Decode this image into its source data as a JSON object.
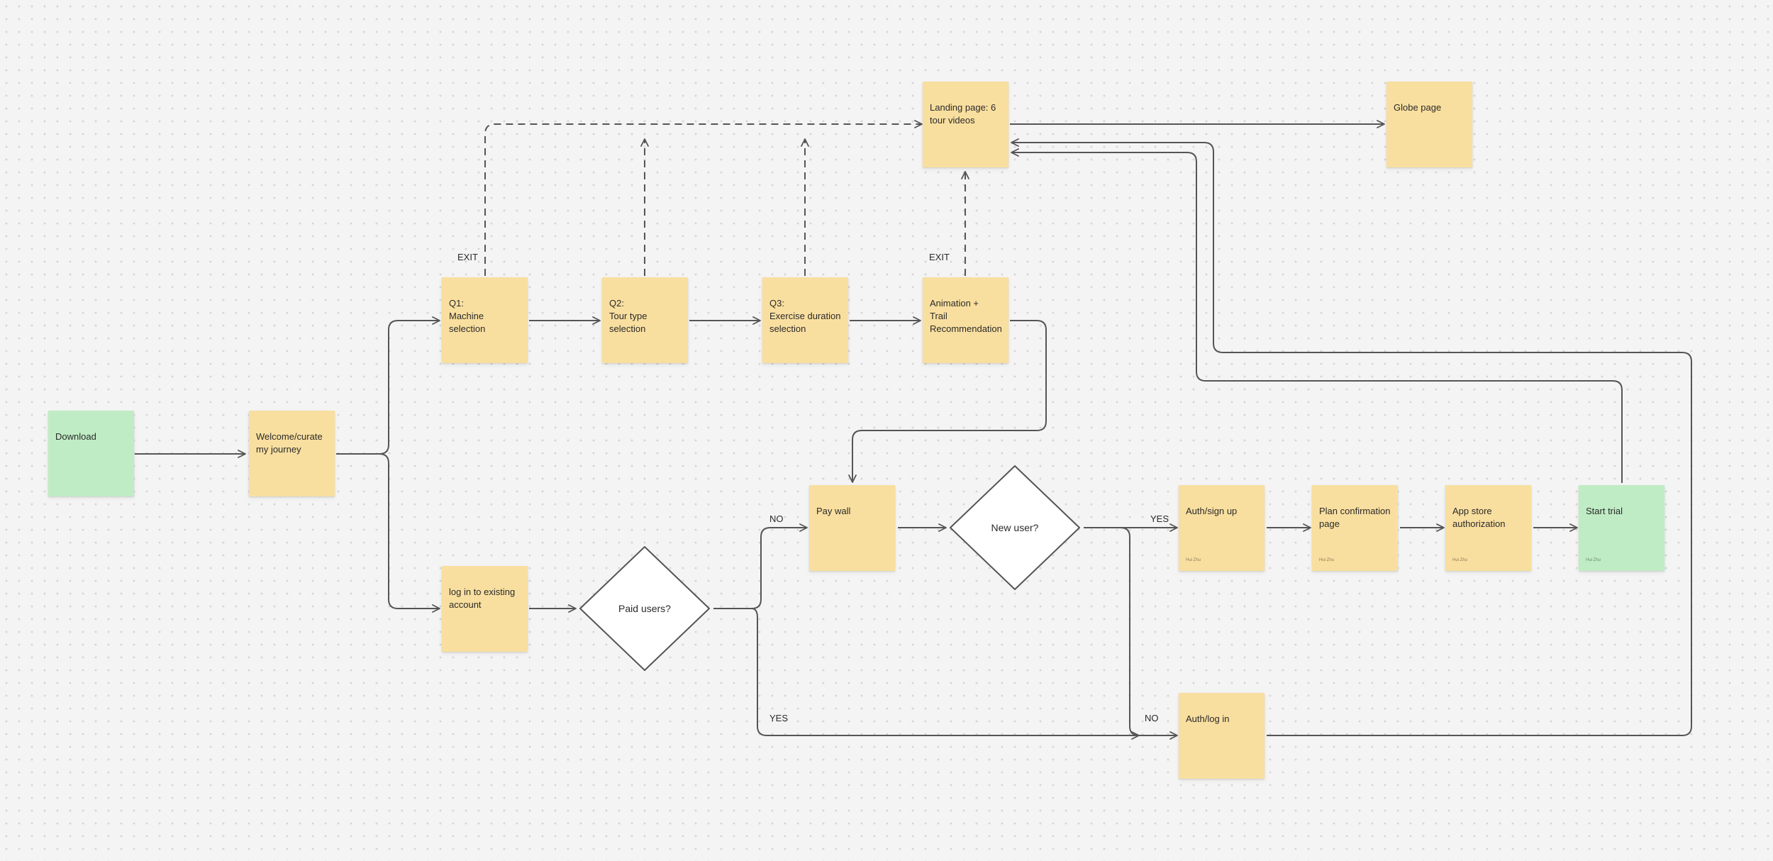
{
  "stickies": {
    "download": {
      "label": "Download"
    },
    "welcome": {
      "label": "Welcome/curate my journey"
    },
    "q1": {
      "label": "Q1:\nMachine\nselection"
    },
    "q2": {
      "label": "Q2:\nTour type\nselection"
    },
    "q3": {
      "label": "Q3:\nExercise duration\nselection"
    },
    "animation": {
      "label": "Animation +\nTrail\nRecommendation"
    },
    "landing": {
      "label": "Landing page: 6 tour videos"
    },
    "globe": {
      "label": "Globe page"
    },
    "login_existing": {
      "label": "log in to existing account"
    },
    "paywall": {
      "label": "Pay wall"
    },
    "auth_signup": {
      "label": "Auth/sign up",
      "author": "Hui Zhu"
    },
    "plan_confirm": {
      "label": "Plan confirmation page",
      "author": "Hui Zhu"
    },
    "app_store": {
      "label": "App store authorization",
      "author": "Hui Zhu"
    },
    "start_trial": {
      "label": "Start trial",
      "author": "Hui Zhu"
    },
    "auth_login": {
      "label": "Auth/log in"
    }
  },
  "decisions": {
    "paid_users": {
      "label": "Paid users?"
    },
    "new_user": {
      "label": "New user?"
    }
  },
  "edge_labels": {
    "exit_q1": "EXIT",
    "exit_animation": "EXIT",
    "no_paid": "NO",
    "yes_paid": "YES",
    "yes_new": "YES",
    "no_new": "NO"
  },
  "colors": {
    "sticky_yellow": "#f9df9f",
    "sticky_green": "#bfecc4",
    "connector": "#555555"
  }
}
